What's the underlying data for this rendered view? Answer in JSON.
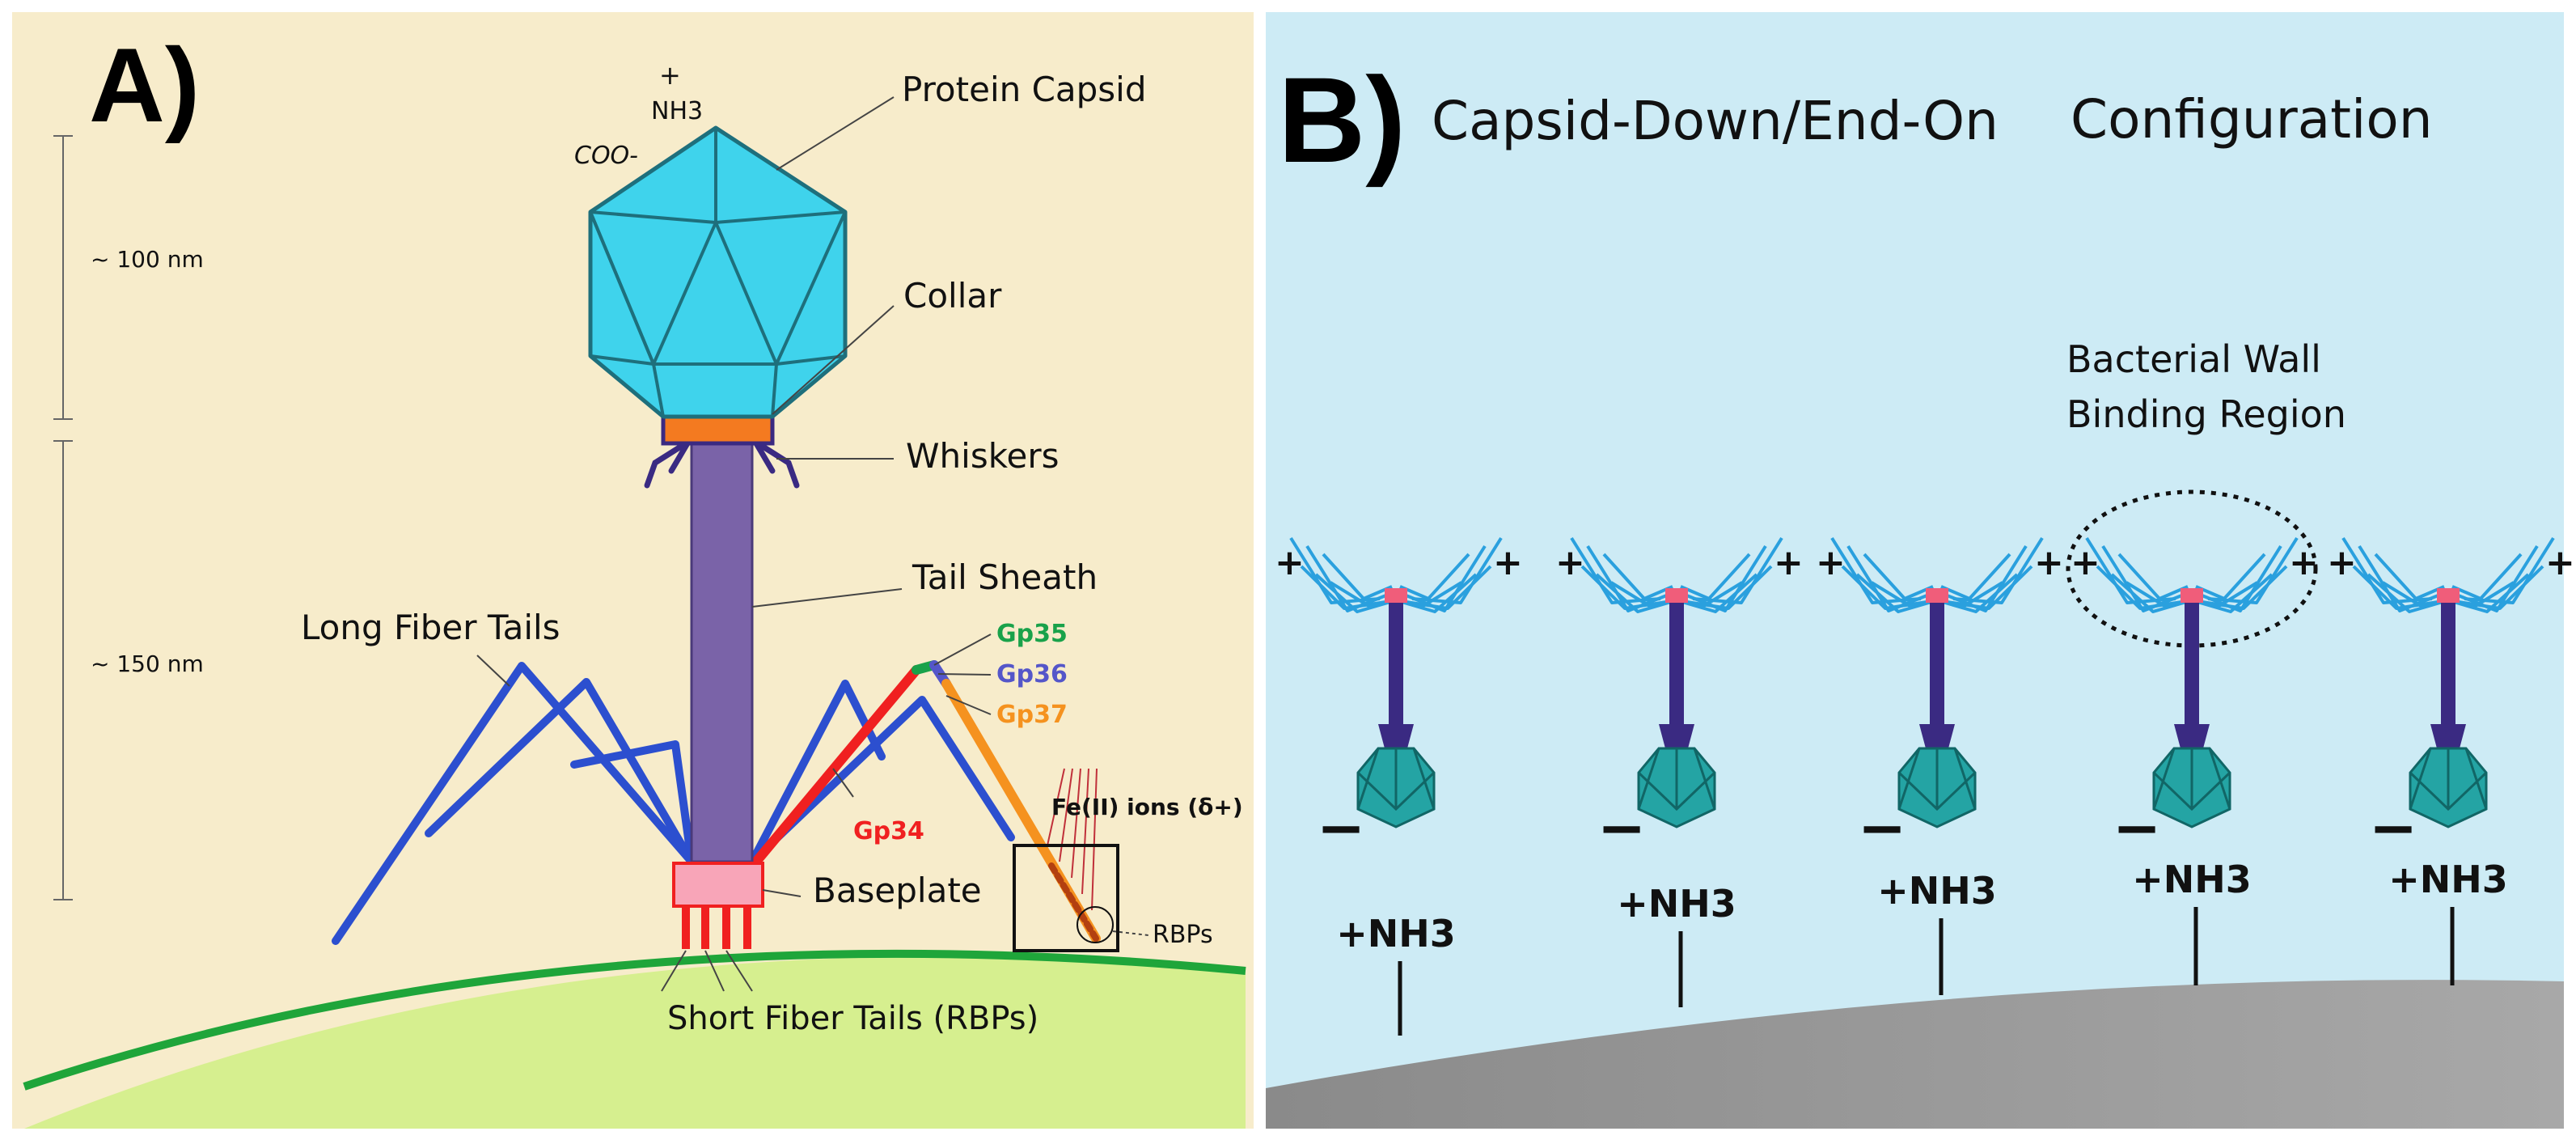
{
  "panel_a": {
    "letter": "A)",
    "charge_plus": "+",
    "nh3": "NH3",
    "coo": "COO-",
    "scale_100": "~ 100 nm",
    "scale_150": "~ 150 nm",
    "labels": {
      "protein_capsid": "Protein Capsid",
      "collar": "Collar",
      "whiskers": "Whiskers",
      "tail_sheath": "Tail Sheath",
      "long_fiber_tails": "Long Fiber Tails",
      "gp35": "Gp35",
      "gp36": "Gp36",
      "gp37": "Gp37",
      "gp34": "Gp34",
      "fe_ions": "Fe(II) ions (δ+)",
      "baseplate": "Baseplate",
      "rbps": "RBPs",
      "short_fiber_tails": "Short Fiber Tails (RBPs)"
    },
    "colors": {
      "background": "#f7eccb",
      "capsid": "#3fd3ec",
      "capsid_edge": "#1e6f7c",
      "sheath": "#7a63a8",
      "collar": "#f47a20",
      "baseplate": "#f8a5b8",
      "fiber_blue": "#2c4fcf",
      "gp34": "#f02020",
      "gp35": "#19a24a",
      "gp36": "#5456c9",
      "gp37": "#f5921f",
      "surface": "#d6ef8f",
      "surface_edge": "#1fa53a"
    }
  },
  "panel_b": {
    "letter": "B)",
    "title_left": "Capsid-Down/End-On",
    "title_right": "Configuration",
    "region_line1": "Bacterial Wall",
    "region_line2": "Binding Region",
    "plus": "+",
    "minus": "−",
    "nh3_label": "+NH3",
    "phage_count": 5,
    "colors": {
      "background": "#cdebf5",
      "surface": "#8f8f8f",
      "capsid": "#24a4a4",
      "tail": "#3a2a82",
      "fibers": "#2aa0de",
      "tip": "#f05d7a"
    }
  }
}
